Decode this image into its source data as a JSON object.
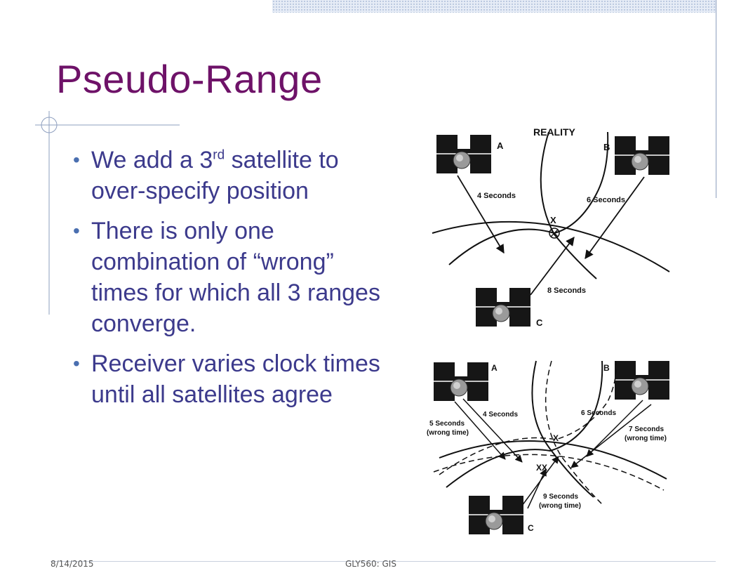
{
  "slide": {
    "title": "Pseudo-Range",
    "bullets": [
      {
        "pre": "We add a 3",
        "sup": "rd",
        "post": " satellite to over-specify position"
      },
      {
        "text": "There is only one combination of “wrong” times for which all 3 ranges converge."
      },
      {
        "text": "Receiver varies clock times until all satellites agree"
      }
    ],
    "bullet_glyph": "•",
    "footer": {
      "date": "8/14/2015",
      "course": "GLY560: GIS"
    }
  },
  "diagram": {
    "top": {
      "title": "REALITY",
      "sat_a": "A",
      "sat_b": "B",
      "sat_c": "C",
      "time_a": "4 Seconds",
      "time_b": "6 Seconds",
      "time_c": "8 Seconds",
      "intersection": "X"
    },
    "bottom": {
      "sat_a": "A",
      "sat_b": "B",
      "sat_c": "C",
      "time_a": "4 Seconds",
      "time_b": "6 Seconds",
      "wrong_a_1": "5 Seconds",
      "wrong_a_2": "(wrong time)",
      "wrong_b_1": "7 Seconds",
      "wrong_b_2": "(wrong time)",
      "wrong_c_1": "9 Seconds",
      "wrong_c_2": "(wrong time)",
      "true_point": "X",
      "wrong_point": "XX"
    }
  },
  "colors": {
    "title": "#6e1268",
    "body_text": "#3c3a8c",
    "bullet": "#4a6fb0",
    "accent_line": "#8e9fbf"
  }
}
